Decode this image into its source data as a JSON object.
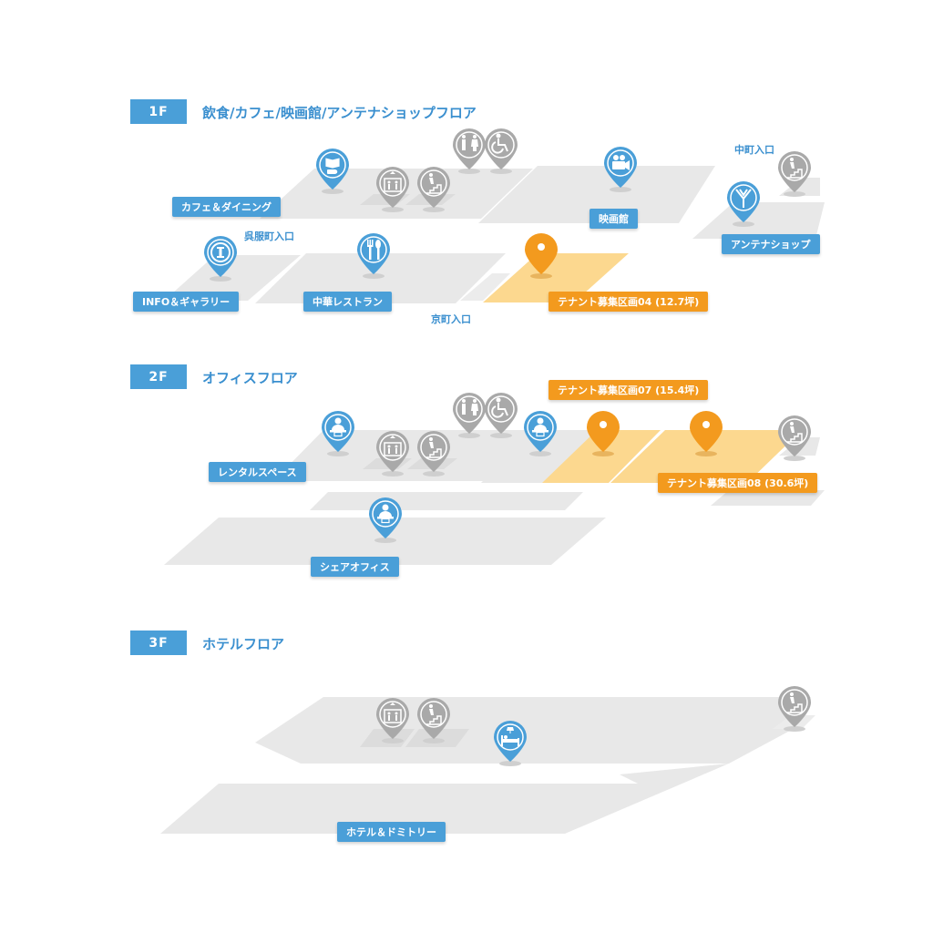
{
  "floors": [
    {
      "level": "1F",
      "title": "飲食/カフェ/映画館/アンテナショップフロア"
    },
    {
      "level": "2F",
      "title": "オフィスフロア"
    },
    {
      "level": "3F",
      "title": "ホテルフロア"
    }
  ],
  "labels": {
    "f1": {
      "cafe": "カフェ＆ダイニング",
      "cinema": "映画館",
      "antenna": "アンテナショップ",
      "info": "INFO＆ギャラリー",
      "chinese": "中華レストラン",
      "tenant04": "テナント募集区画04 (12.7坪)"
    },
    "f2": {
      "rental": "レンタルスペース",
      "tenant07": "テナント募集区画07 (15.4坪)",
      "tenant08": "テナント募集区画08 (30.6坪)",
      "share": "シェアオフィス"
    },
    "f3": {
      "hotel": "ホテル＆ドミトリー"
    }
  },
  "entrances": {
    "nakamachi": "中町入口",
    "gofukumachi": "呉服町入口",
    "kyomachi": "京町入口"
  },
  "colors": {
    "blue": "#4a9fd8",
    "orange": "#f39a1e",
    "gray_pin": "#a9a9a9",
    "floor": "#e8e8e8",
    "tenant_area": "#fcd88f"
  },
  "icons": [
    "cafe-icon",
    "elevator-icon",
    "stairs-icon",
    "restroom-icon",
    "wheelchair-icon",
    "cinema-icon",
    "antenna-icon",
    "info-icon",
    "restaurant-icon",
    "tenant-icon",
    "office-icon",
    "hotel-bed-icon"
  ]
}
